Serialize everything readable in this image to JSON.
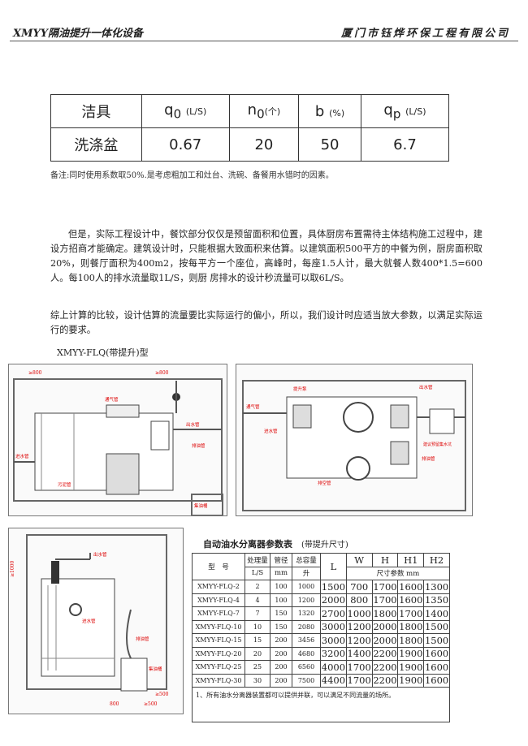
{
  "header": {
    "left": "XMYY隔油提升一体化设备",
    "right": "厦门市钰烨环保工程有限公司"
  },
  "table1": {
    "head": [
      "洁具",
      "q",
      "0",
      "(L/S)",
      "n",
      "0",
      "(个)",
      "b",
      "(%)",
      "q",
      "p",
      "(L/S)"
    ],
    "row": [
      "洗涤盆",
      "0.67",
      "20",
      "50",
      "6.7"
    ]
  },
  "note": "备注:同时使用系数取50%.是考虑粗加工和灶台、洗碗、备餐用水错时的因素。",
  "para1": "但是，实际工程设计中，餐饮部分仅仅是预留面积和位置，具体厨房布置需待主体结构施工过程中，建设方招商才能确定。建筑设计时，只能根据大致面积来估算。以建筑面积500平方的中餐为例，厨房面积取20%，则餐厅面积为400m2，按每平方一个座位，高峰时，每座1.5人计，最大就餐人数400*1.5=600人。每100人的排水流量取1L/S，则厨 房排水的设计秒流量可以取6L/S。",
  "para2": "综上计算的比较，设计估算的流量要比实际运行的偏小，所以，我们设计时应适当放大参数，以满足实际运行的要求。",
  "model_label": "XMYY-FLQ(带提升)型",
  "drawings": {
    "d1": {
      "dims": [
        "≥800",
        "≥800"
      ],
      "labels": [
        "通气管",
        "进水管",
        "出水管",
        "排油管",
        "污泥管",
        "集油桶"
      ]
    },
    "d2": {
      "labels": [
        "提升泵",
        "出水管",
        "通气管",
        "进水管",
        "排空管",
        "排油管",
        "建议预留集水坑"
      ]
    },
    "d3": {
      "dims": [
        "≥1000",
        "≥500",
        "800",
        "≥500"
      ],
      "labels": [
        "出水管",
        "进水管",
        "排油管",
        "集油桶"
      ]
    }
  },
  "table2": {
    "title": "自动油水分离器参数表",
    "subtitle": "(带提升尺寸)",
    "head": [
      "型　号",
      "处理量",
      "管径",
      "总容量",
      "L",
      "W",
      "H",
      "H1",
      "H2"
    ],
    "units": [
      "L/S",
      "mm",
      "升"
    ],
    "dim_header": "尺寸参数 mm",
    "rows": [
      [
        "XMYY-FLQ-2",
        "2",
        "100",
        "1000",
        "1500",
        "700",
        "1700",
        "1600",
        "1300"
      ],
      [
        "XMYY-FLQ-4",
        "4",
        "100",
        "1200",
        "2000",
        "800",
        "1700",
        "1600",
        "1350"
      ],
      [
        "XMYY-FLQ-7",
        "7",
        "150",
        "1320",
        "2700",
        "1000",
        "1800",
        "1700",
        "1400"
      ],
      [
        "XMYY-FLQ-10",
        "10",
        "150",
        "2080",
        "3000",
        "1200",
        "2000",
        "1800",
        "1500"
      ],
      [
        "XMYY-FLQ-15",
        "15",
        "200",
        "3456",
        "3000",
        "1200",
        "2000",
        "1800",
        "1500"
      ],
      [
        "XMYY-FLQ-20",
        "20",
        "200",
        "4680",
        "3200",
        "1400",
        "2200",
        "1900",
        "1600"
      ],
      [
        "XMYY-FLQ-25",
        "25",
        "200",
        "6560",
        "4000",
        "1700",
        "2200",
        "1900",
        "1600"
      ],
      [
        "XMYY-FLQ-30",
        "30",
        "200",
        "7500",
        "4400",
        "1700",
        "2200",
        "1900",
        "1600"
      ]
    ],
    "footnote": "1、所有油水分离器装置都可以提供并联，可以满足不同流量的场所。"
  }
}
